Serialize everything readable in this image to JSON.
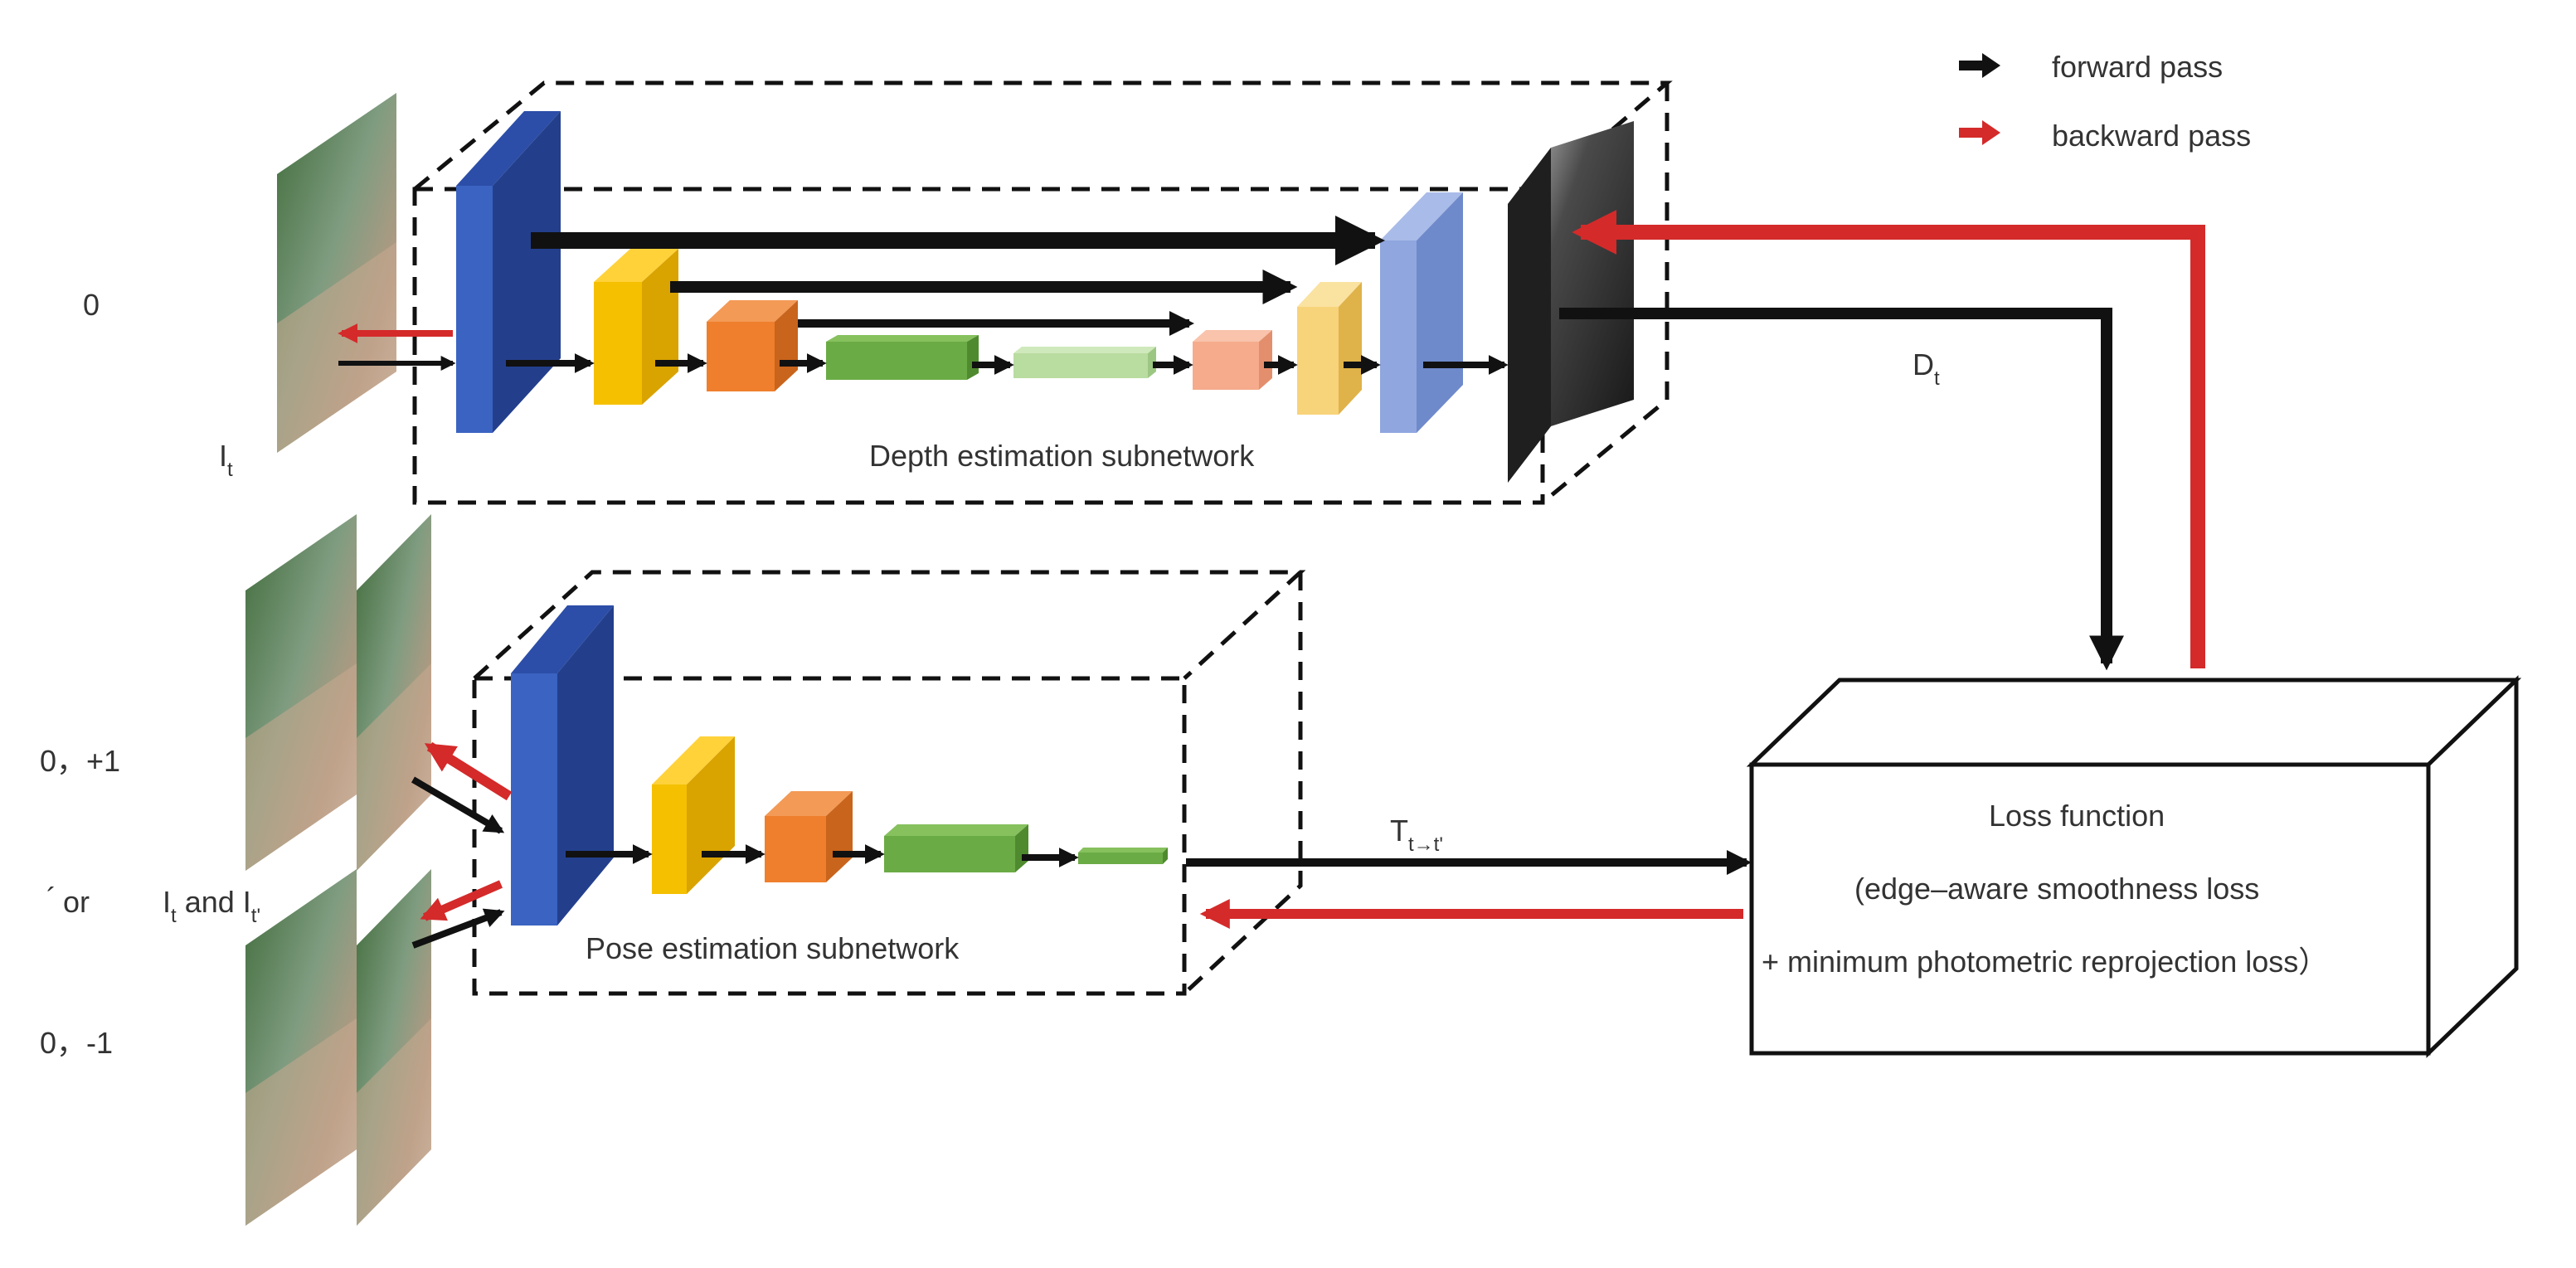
{
  "legend": {
    "forward": "forward pass",
    "backward": "backward pass"
  },
  "colors": {
    "forward_arrow": "#111111",
    "backward_arrow": "#d42a2a",
    "encoder_blue": "#3a63c2",
    "decoder_blue": "#8fa6df",
    "yellow": "#f5c000",
    "orange": "#ef7f2c",
    "green": "#6bab45",
    "light_green": "#b9dca0",
    "salmon": "#f5ab8c",
    "light_yellow": "#f7d37a"
  },
  "depth": {
    "label": "Depth estimation subnetwork",
    "input_frame_index": "0",
    "input_image_letter": "I",
    "input_image_sub": "t",
    "output_letter": "D",
    "output_sub": "t"
  },
  "pose": {
    "label": "Pose estimation subnetwork",
    "pair_upper": "0，+1",
    "pair_lower": "0，-1",
    "or_mark": "´",
    "or_text": "or",
    "images_text": {
      "first_letter": "I",
      "first_sub": "t",
      "and": "and",
      "second_letter": "I",
      "second_sub": "t'"
    },
    "transform_letter": "T",
    "transform_sub": "t→t'"
  },
  "loss": {
    "title": "Loss function",
    "line1": "(edge–aware smoothness loss",
    "line2": "+  minimum photometric reprojection loss）"
  }
}
